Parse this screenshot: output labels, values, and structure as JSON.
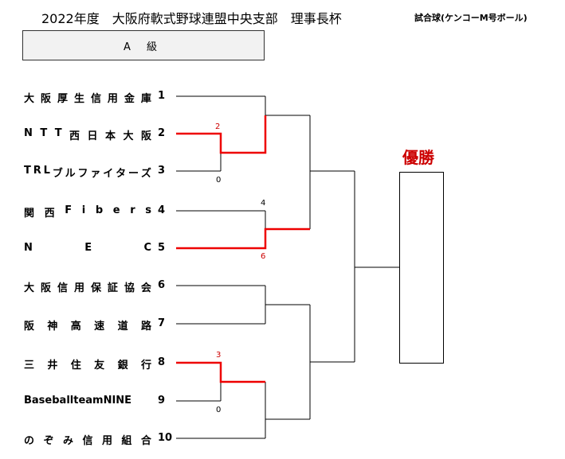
{
  "title": "2022年度　大阪府軟式野球連盟中央支部　理事長杯",
  "subtitle": "試合球(ケンコーM号ボール)",
  "division": "A 級",
  "champion_label": "優勝",
  "teams": [
    {
      "name": "大阪厚生信用金庫",
      "seed": "1"
    },
    {
      "name": "NTT西日本大阪",
      "seed": "2"
    },
    {
      "name": "TRLブルファイターズ",
      "seed": "3"
    },
    {
      "name": "関西Fibers",
      "seed": "4"
    },
    {
      "name": "NEC",
      "seed": "5"
    },
    {
      "name": "大阪信用保証協会",
      "seed": "6"
    },
    {
      "name": "阪神高速道路",
      "seed": "7"
    },
    {
      "name": "三井住友銀行",
      "seed": "8"
    },
    {
      "name": "BaseballteamNINE",
      "seed": "9"
    },
    {
      "name": "のぞみ信用組合",
      "seed": "10"
    }
  ],
  "scores": {
    "match_2_3_top": "2",
    "match_2_3_bottom": "0",
    "match_4_5_top": "4",
    "match_4_5_bottom": "6",
    "match_8_9_top": "3",
    "match_8_9_bottom": "0"
  },
  "colors": {
    "winner_line": "#ee0000",
    "line": "#000000",
    "champion_text": "#cc0000"
  }
}
